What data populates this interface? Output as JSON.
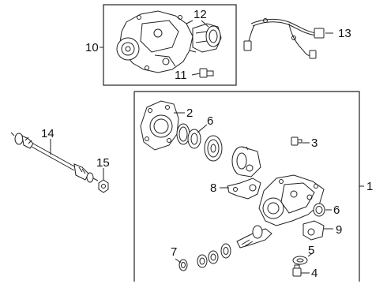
{
  "diagram": {
    "callouts": {
      "c1": "1",
      "c2": "2",
      "c3": "3",
      "c4": "4",
      "c5": "5",
      "c6a": "6",
      "c6b": "6",
      "c7": "7",
      "c8": "8",
      "c9": "9",
      "c10": "10",
      "c11": "11",
      "c12": "12",
      "c13": "13",
      "c14": "14",
      "c15": "15"
    }
  }
}
